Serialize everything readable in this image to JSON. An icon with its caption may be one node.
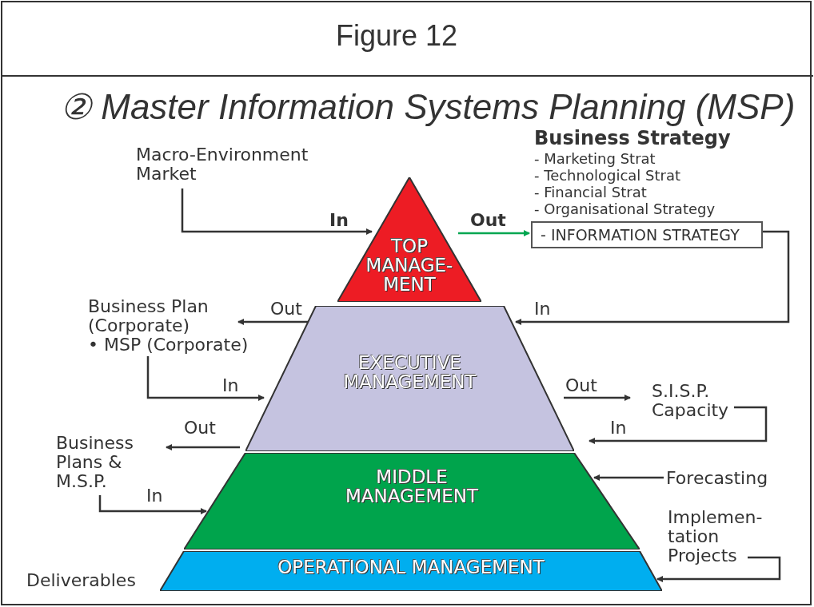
{
  "diagram": {
    "title": "② Master Information Systems Planning (MSP)",
    "caption": "Figure 12",
    "nodes": [
      {
        "text": [
          "Macro-Environment Market"
        ]
      },
      {
        "text": [
          "TOP MANAGE- MENT"
        ]
      },
      {
        "text": [
          "- INFORMATION STRATEGY"
        ]
      },
      {
        "text": [
          "Business Plan (Corporate)",
          "• MSP (Corporate)"
        ]
      },
      {
        "text": [
          "EXECUTIVE MANAGEMENT"
        ]
      },
      {
        "text": [
          "S.I.S.P. Capacity"
        ]
      },
      {
        "text": [
          "Business Plans & M.S.P."
        ]
      },
      {
        "text": [
          "MIDDLE MANAGEMENT"
        ]
      },
      {
        "text": [
          "Forecasting"
        ]
      },
      {
        "text": [
          "Implemen- tation Projects"
        ]
      },
      {
        "text": [
          "OPERATIONAL MANAGEMENT"
        ]
      }
    ],
    "edges": [
      {
        "from": 0,
        "to": 1,
        "arrow": "to",
        "label": "In"
      },
      {
        "from": 1,
        "to": 2,
        "arrow": "to",
        "label": "Out",
        "color": "#00a650"
      },
      {
        "from": 2,
        "to": 4,
        "arrow": "to",
        "label": "In"
      },
      {
        "from": 4,
        "to": 3,
        "arrow": "to",
        "label": "Out"
      },
      {
        "from": 3,
        "to": 4,
        "arrow": "to",
        "label": "In"
      },
      {
        "from": 4,
        "to": 5,
        "arrow": "to",
        "label": "Out"
      },
      {
        "from": 5,
        "to": 4,
        "arrow": "to",
        "label": "In"
      },
      {
        "from": 7,
        "to": 6,
        "arrow": "to",
        "label": "Out"
      },
      {
        "from": 6,
        "to": 7,
        "arrow": "to",
        "label": "In"
      },
      {
        "from": 8,
        "to": 7,
        "arrow": "to"
      },
      {
        "from": 9,
        "to": 10,
        "arrow": "to"
      }
    ],
    "labels": [
      "Business Strategy",
      "- Marketing Strat",
      "- Technological Strat",
      "- Financial Strat",
      "- Organisational Strategy",
      "Deliverables"
    ]
  }
}
